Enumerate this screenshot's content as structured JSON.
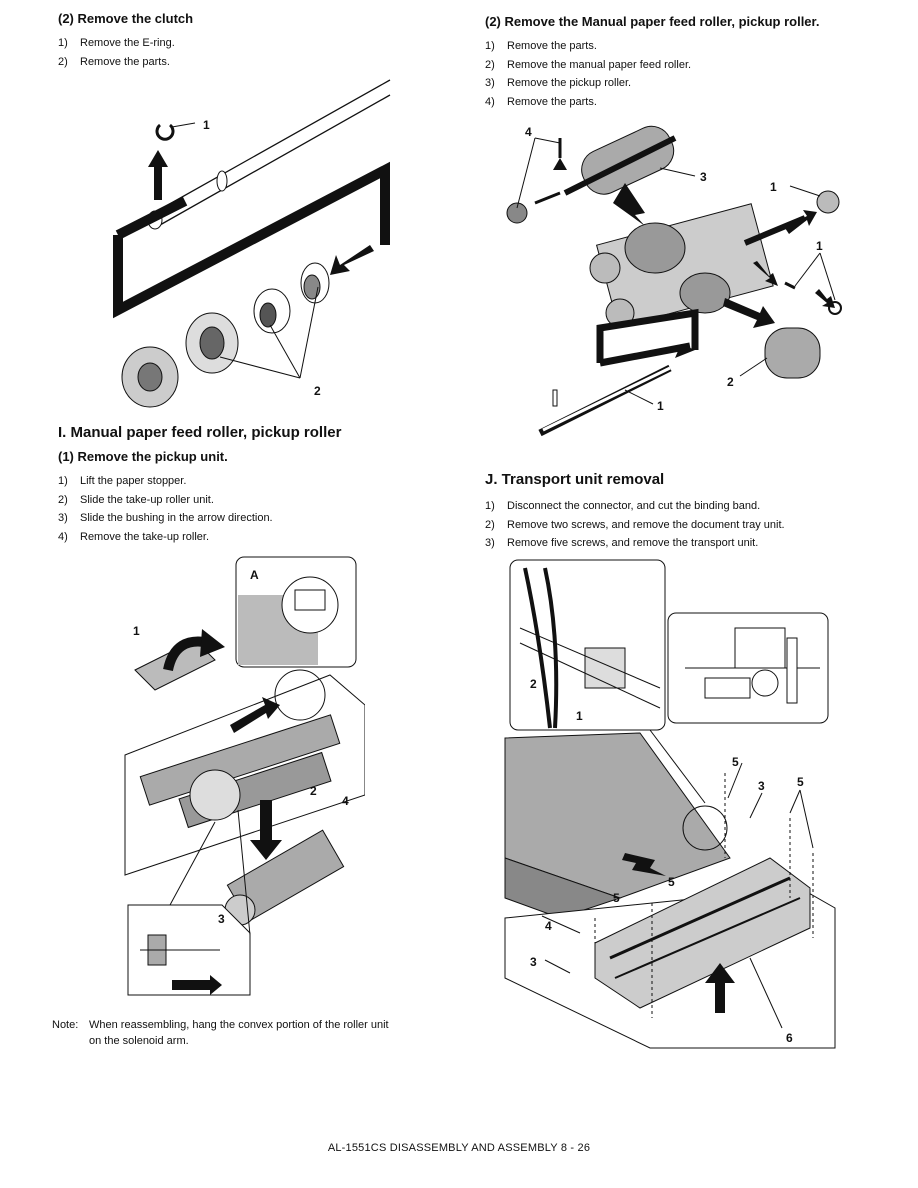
{
  "left": {
    "clutch": {
      "heading": "(2) Remove the clutch",
      "steps": [
        {
          "num": "1)",
          "text": "Remove the E-ring."
        },
        {
          "num": "2)",
          "text": "Remove the parts."
        }
      ],
      "callouts": [
        "1",
        "2"
      ]
    },
    "section_i": {
      "title": "I.  Manual paper feed roller, pickup roller",
      "sub": "(1) Remove the pickup unit.",
      "steps": [
        {
          "num": "1)",
          "text": "Lift the paper stopper."
        },
        {
          "num": "2)",
          "text": "Slide the take-up roller unit."
        },
        {
          "num": "3)",
          "text": "Slide the bushing in the arrow direction."
        },
        {
          "num": "4)",
          "text": "Remove the take-up roller."
        }
      ],
      "callouts": [
        "A",
        "1",
        "2",
        "3",
        "4"
      ]
    },
    "note": {
      "label": "Note:",
      "line1": "When reassembling, hang the convex portion of the roller unit",
      "line2": "on the solenoid arm."
    }
  },
  "right": {
    "manual_feed": {
      "heading": "(2) Remove the Manual paper feed roller, pickup roller.",
      "steps": [
        {
          "num": "1)",
          "text": "Remove the parts."
        },
        {
          "num": "2)",
          "text": "Remove the manual paper feed roller."
        },
        {
          "num": "3)",
          "text": "Remove the pickup roller."
        },
        {
          "num": "4)",
          "text": "Remove the parts."
        }
      ],
      "callouts": [
        "4",
        "3",
        "1",
        "1",
        "2",
        "1"
      ]
    },
    "section_j": {
      "title": "J.  Transport unit removal",
      "steps": [
        {
          "num": "1)",
          "text": "Disconnect the connector, and cut the binding band."
        },
        {
          "num": "2)",
          "text": "Remove two screws, and remove the document tray unit."
        },
        {
          "num": "3)",
          "text": "Remove five screws, and remove the transport unit."
        }
      ],
      "callouts": [
        "2",
        "1",
        "5",
        "3",
        "5",
        "5",
        "5",
        "4",
        "3",
        "6"
      ]
    }
  },
  "footer": "AL-1551CS DISASSEMBLY AND ASSEMBLY 8 - 26"
}
